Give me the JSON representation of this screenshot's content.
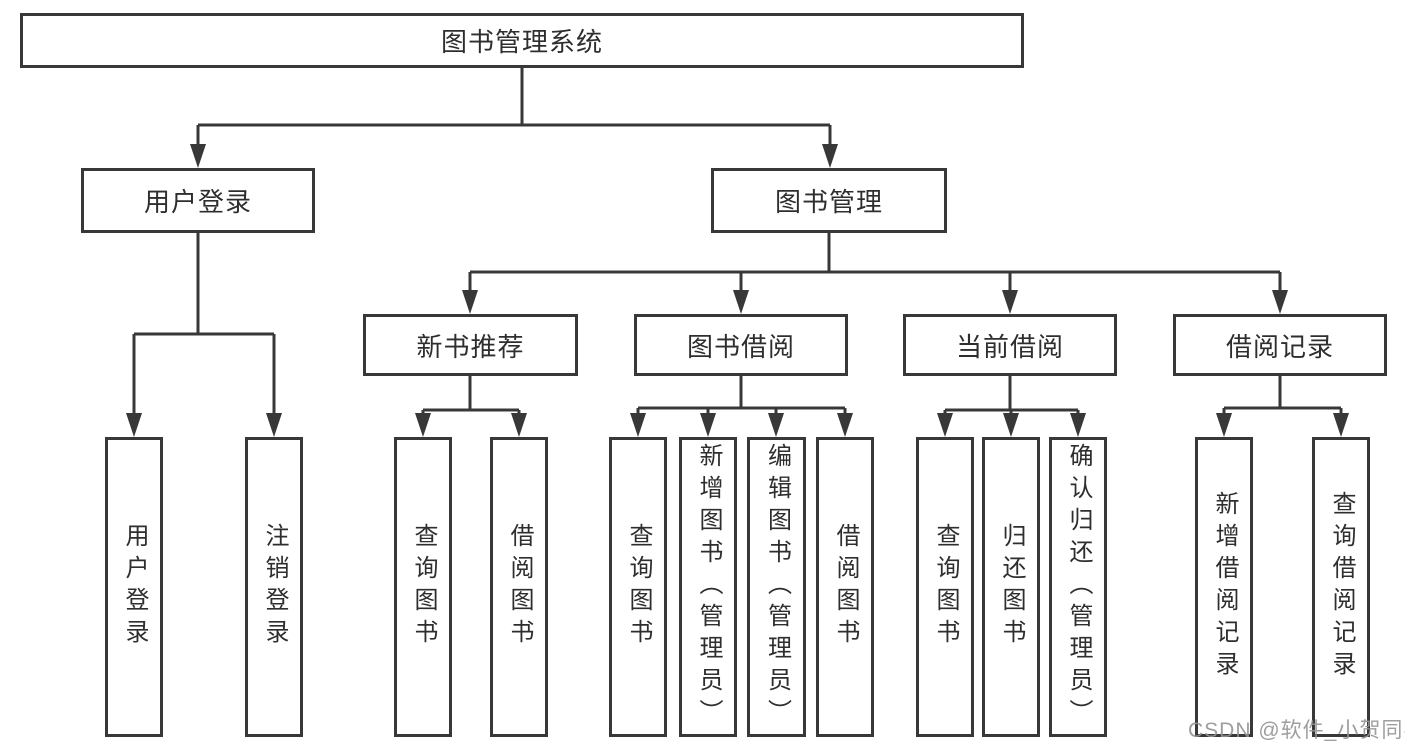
{
  "diagram": {
    "nodes": {
      "root": {
        "label": "图书管理系统"
      },
      "user_login": {
        "label": "用户登录"
      },
      "book_mgmt": {
        "label": "图书管理"
      },
      "new_book_rec": {
        "label": "新书推荐"
      },
      "book_borrow": {
        "label": "图书借阅"
      },
      "current_borrow": {
        "label": "当前借阅"
      },
      "borrow_record": {
        "label": "借阅记录"
      },
      "leaf_user_login": {
        "label": "用户登录"
      },
      "leaf_logout": {
        "label": "注销登录"
      },
      "leaf_query_book_a": {
        "label": "查询图书"
      },
      "leaf_borrow_book_a": {
        "label": "借阅图书"
      },
      "leaf_query_book_b": {
        "label": "查询图书"
      },
      "leaf_add_book_admin": {
        "label": "新增图书（管理员）"
      },
      "leaf_edit_book_admin": {
        "label": "编辑图书（管理员）"
      },
      "leaf_borrow_book_b": {
        "label": "借阅图书"
      },
      "leaf_query_book_c": {
        "label": "查询图书"
      },
      "leaf_return_book": {
        "label": "归还图书"
      },
      "leaf_confirm_return_admin": {
        "label": "确认归还（管理员）"
      },
      "leaf_add_borrow_record": {
        "label": "新增借阅记录"
      },
      "leaf_query_borrow_record": {
        "label": "查询借阅记录"
      }
    },
    "watermark": "CSDN @软件_小贺同学",
    "colors": {
      "line": "#383838",
      "text": "#2e2e2e",
      "watermark": "#949494",
      "background": "#ffffff"
    }
  }
}
